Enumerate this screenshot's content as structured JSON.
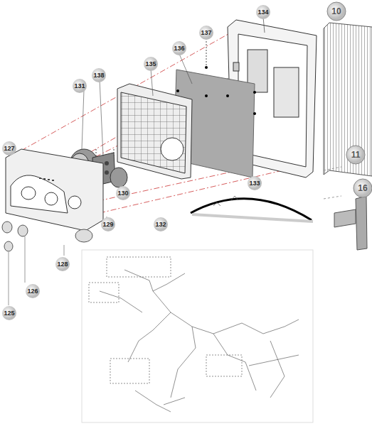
{
  "diagram": {
    "labels": [
      "10",
      "134",
      "137",
      "136",
      "135",
      "138",
      "131",
      "127",
      "133",
      "11",
      "16",
      "130",
      "129",
      "132",
      "128",
      "126",
      "125"
    ]
  }
}
